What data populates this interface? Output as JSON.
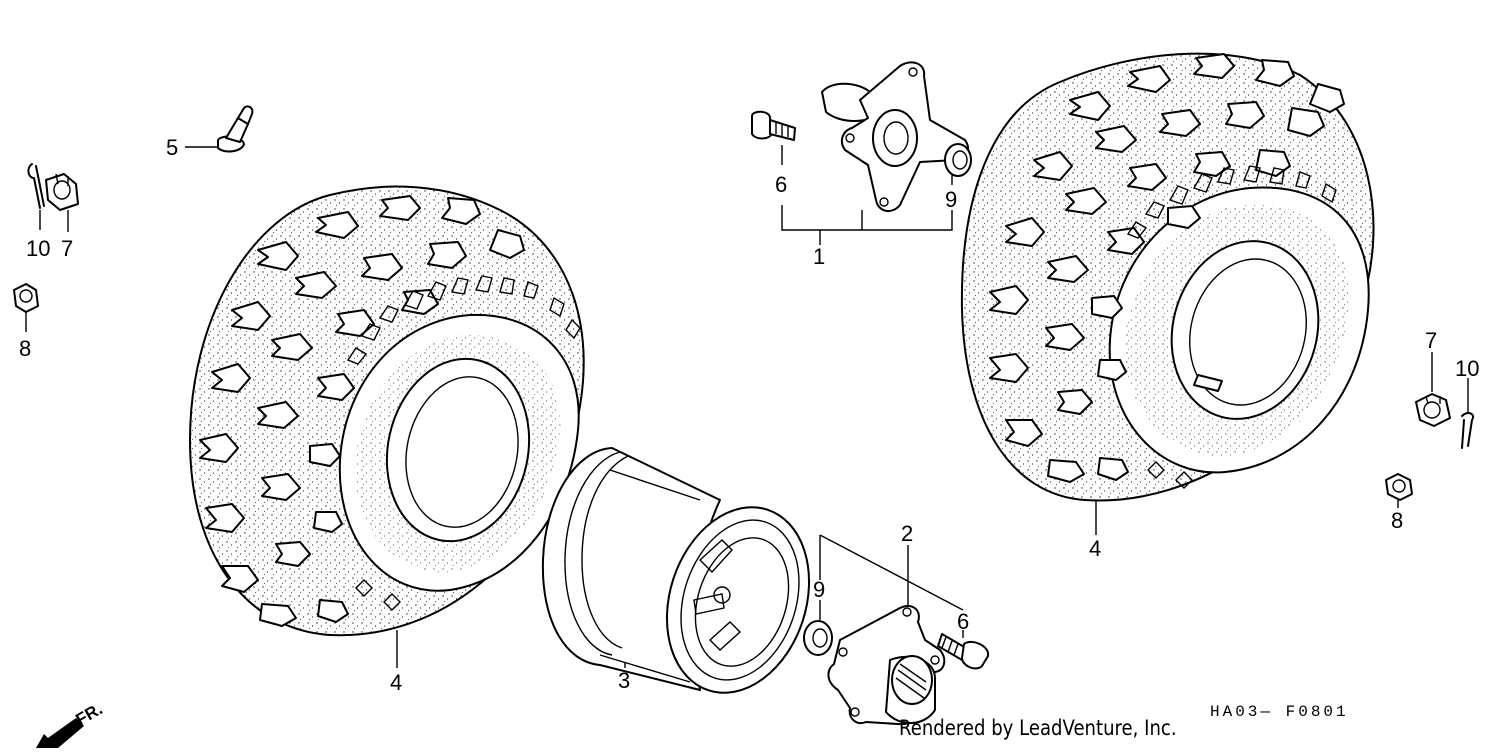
{
  "diagram": {
    "callouts": {
      "hub_assy_rear": "1",
      "hub_assy_front": "2",
      "rim": "3",
      "tire_left": "4",
      "tire_right": "4",
      "valve": "5",
      "bolt_top": "6",
      "bolt_bottom": "6",
      "nut_castle_left": "7",
      "nut_castle_right": "7",
      "nut_flange_left": "8",
      "nut_flange_right": "8",
      "oil_seal_top": "9",
      "oil_seal_bottom": "9",
      "cotter_pin_left": "10",
      "cotter_pin_right": "10"
    },
    "drawing_code": "HA03— F0801",
    "credit": "Rendered by LeadVenture, Inc.",
    "direction_label": "FR."
  },
  "icons": {
    "direction": "arrow-down-left-icon"
  },
  "colors": {
    "ink": "#000000",
    "paper": "#ffffff"
  }
}
